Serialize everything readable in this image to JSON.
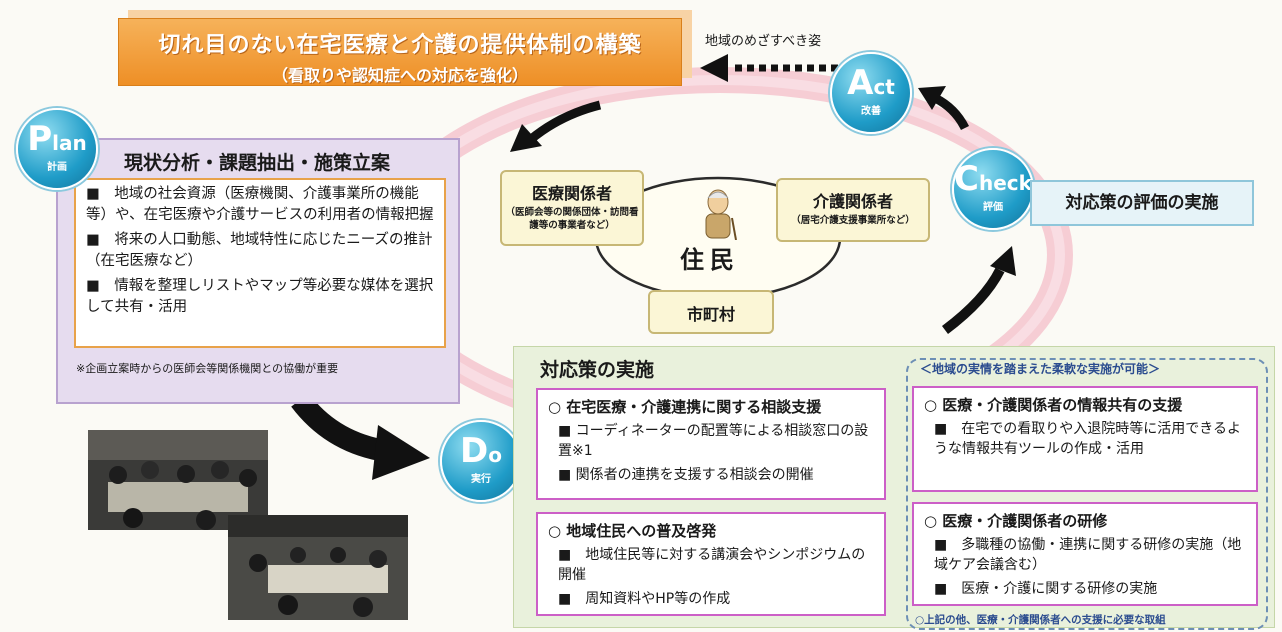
{
  "title": {
    "main": "切れ目のない在宅医療と介護の提供体制の構築",
    "sub": "（看取りや認知症への対応を強化）"
  },
  "vision_label": "地域のめざすべき姿",
  "cycle": {
    "plan": {
      "big": "P",
      "rest": "lan",
      "sub": "計画"
    },
    "act": {
      "big": "A",
      "rest": "ct",
      "sub": "改善"
    },
    "check": {
      "big": "C",
      "rest": "heck",
      "sub": "評価"
    },
    "do": {
      "big": "D",
      "rest": "o",
      "sub": "実行"
    }
  },
  "plan": {
    "heading": "現状分析・課題抽出・施策立案",
    "items": [
      "■　地域の社会資源（医療機関、介護事業所の機能等）や、在宅医療や介護サービスの利用者の情報把握",
      "■　将来の人口動態、地域特性に応じたニーズの推計（在宅医療など）",
      "■　情報を整理しリストやマップ等必要な媒体を選択して共有・活用"
    ],
    "note": "※企画立案時からの医師会等関係機関との協働が重要"
  },
  "center": {
    "medical": {
      "title": "医療関係者",
      "sub": "（医師会等の関係団体・訪問看護等の事業者など）"
    },
    "care": {
      "title": "介護関係者",
      "sub": "（居宅介護支援事業所など）"
    },
    "residents": "住民",
    "city": "市町村"
  },
  "check": {
    "label": "対応策の評価の実施"
  },
  "do_section": {
    "heading": "対応策の実施",
    "consult": {
      "title": "○ 在宅医療・介護連携に関する相談支援",
      "items": [
        "■ コーディネーターの配置等による相談窓口の設置※1",
        "■ 関係者の連携を支援する相談会の開催"
      ]
    },
    "awareness": {
      "title": "○ 地域住民への普及啓発",
      "items": [
        "■　地域住民等に対する講演会やシンポジウムの開催",
        "■　周知資料やHP等の作成"
      ]
    },
    "flexible_label": "＜地域の実情を踏まえた柔軟な実施が可能＞",
    "info_share": {
      "title": "○ 医療・介護関係者の情報共有の支援",
      "items": [
        "■　在宅での看取りや入退院時等に活用できるような情報共有ツールの作成・活用"
      ]
    },
    "training": {
      "title": "○ 医療・介護関係者の研修",
      "items": [
        "■　多職種の協働・連携に関する研修の実施（地域ケア会議含む）",
        "■　医療・介護に関する研修の実施"
      ]
    },
    "footer": "○上記の他、医療・介護関係者への支援に必要な取組"
  },
  "colors": {
    "title_orange": "#ee8f26",
    "cycle_blue": "#1f9cc8",
    "plan_purple": "#e6dcef",
    "do_green": "#e9f1dc",
    "pink_border": "#cc5fc7",
    "ring_pink": "#f2b6c3"
  },
  "icons": [
    "resident-figure-icon",
    "arrow-icon",
    "dotted-arrow-icon",
    "meeting-photo"
  ]
}
